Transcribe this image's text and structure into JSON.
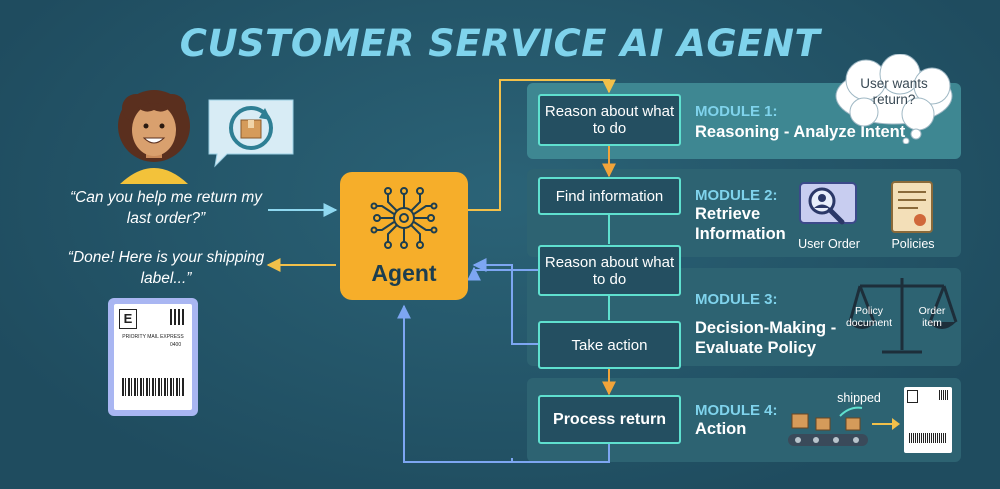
{
  "title": "CUSTOMER SERVICE AI AGENT",
  "user": {
    "request_quote": "“Can you help me return my last order?”",
    "reply_quote": "“Done! Here is your shipping label...”"
  },
  "agent": {
    "label": "Agent"
  },
  "label_card": {
    "letter": "E",
    "service": "PRIORITY MAIL EXPRESS",
    "code": "0400"
  },
  "steps": [
    {
      "label": "Reason about what to do"
    },
    {
      "label": "Find information"
    },
    {
      "label": "Reason about what to do"
    },
    {
      "label": "Take action"
    },
    {
      "label": "Process return"
    }
  ],
  "modules": [
    {
      "number": "MODULE 1:",
      "name": "Reasoning - Analyze Intent",
      "thought": "User wants return?"
    },
    {
      "number": "MODULE 2:",
      "name": "Retrieve Information",
      "items": [
        "User Order",
        "Policies"
      ]
    },
    {
      "number": "MODULE 3:",
      "name": "Decision-Making - Evaluate Policy",
      "scale_left": "Policy document",
      "scale_right": "Order item"
    },
    {
      "number": "MODULE 4:",
      "name": "Action",
      "shipped_label": "shipped"
    }
  ],
  "colors": {
    "background": "#24566a",
    "title": "#7fd3ec",
    "agent": "#f6ae2a",
    "step_border": "#5fe0cf",
    "arrow_yellow": "#f2c04a",
    "arrow_blue": "#7da6f2",
    "arrow_cyan": "#8fd8f0"
  }
}
